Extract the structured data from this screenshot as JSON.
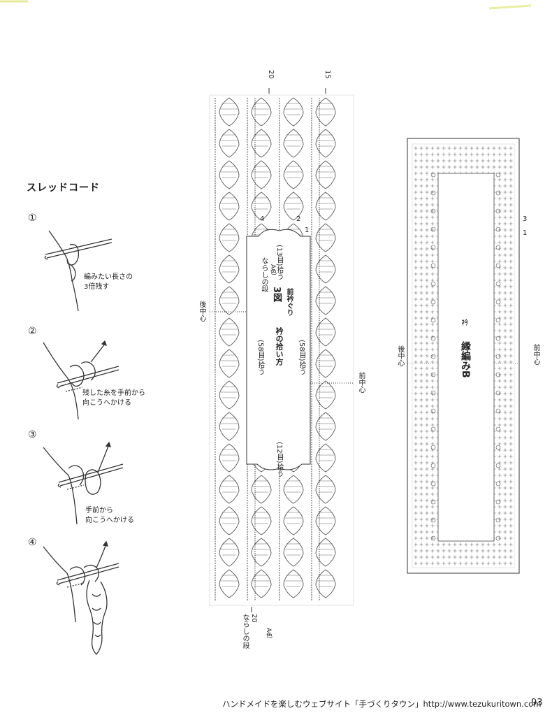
{
  "title": "スレッドコード",
  "steps": [
    {
      "num": "①",
      "caption": [
        "編みたい長さの",
        "3倍残す"
      ]
    },
    {
      "num": "②",
      "caption": [
        "残した糸を手前から",
        "向こうへかける"
      ]
    },
    {
      "num": "③",
      "caption": [
        "手前から",
        "向こうへかける"
      ]
    },
    {
      "num": "④",
      "caption": []
    }
  ],
  "collar_chart": {
    "row_top_left": "20",
    "row_top_right": "15",
    "row_bottom_left": "20",
    "narashi_left": "ならしの段",
    "a_color_left": "A色",
    "narashi_bottom": "ならしの段",
    "a_color_bottom": "A色",
    "back_center": "後中心",
    "front_center": "前中心",
    "marker_4": "4",
    "marker_2": "2",
    "marker_1": "1",
    "pick_13": "(13目)拾う",
    "pick_12": "(12目)拾う",
    "pick_58_left": "(58目)拾う",
    "pick_58_right": "(58目)拾う",
    "figure_no": "3図",
    "front_neck": "前衿ぐり",
    "collar_pickup": "衿の拾い方"
  },
  "border_chart": {
    "title": "縁編みB",
    "subtitle": "衿",
    "back_center": "後中心",
    "front_center": "前中心",
    "row_3": "3",
    "row_1": "1"
  },
  "footer": {
    "text": "ハンドメイドを楽しむウェブサイト「手づくりタウン」http://www.tezukuritown.com",
    "page": "93"
  }
}
